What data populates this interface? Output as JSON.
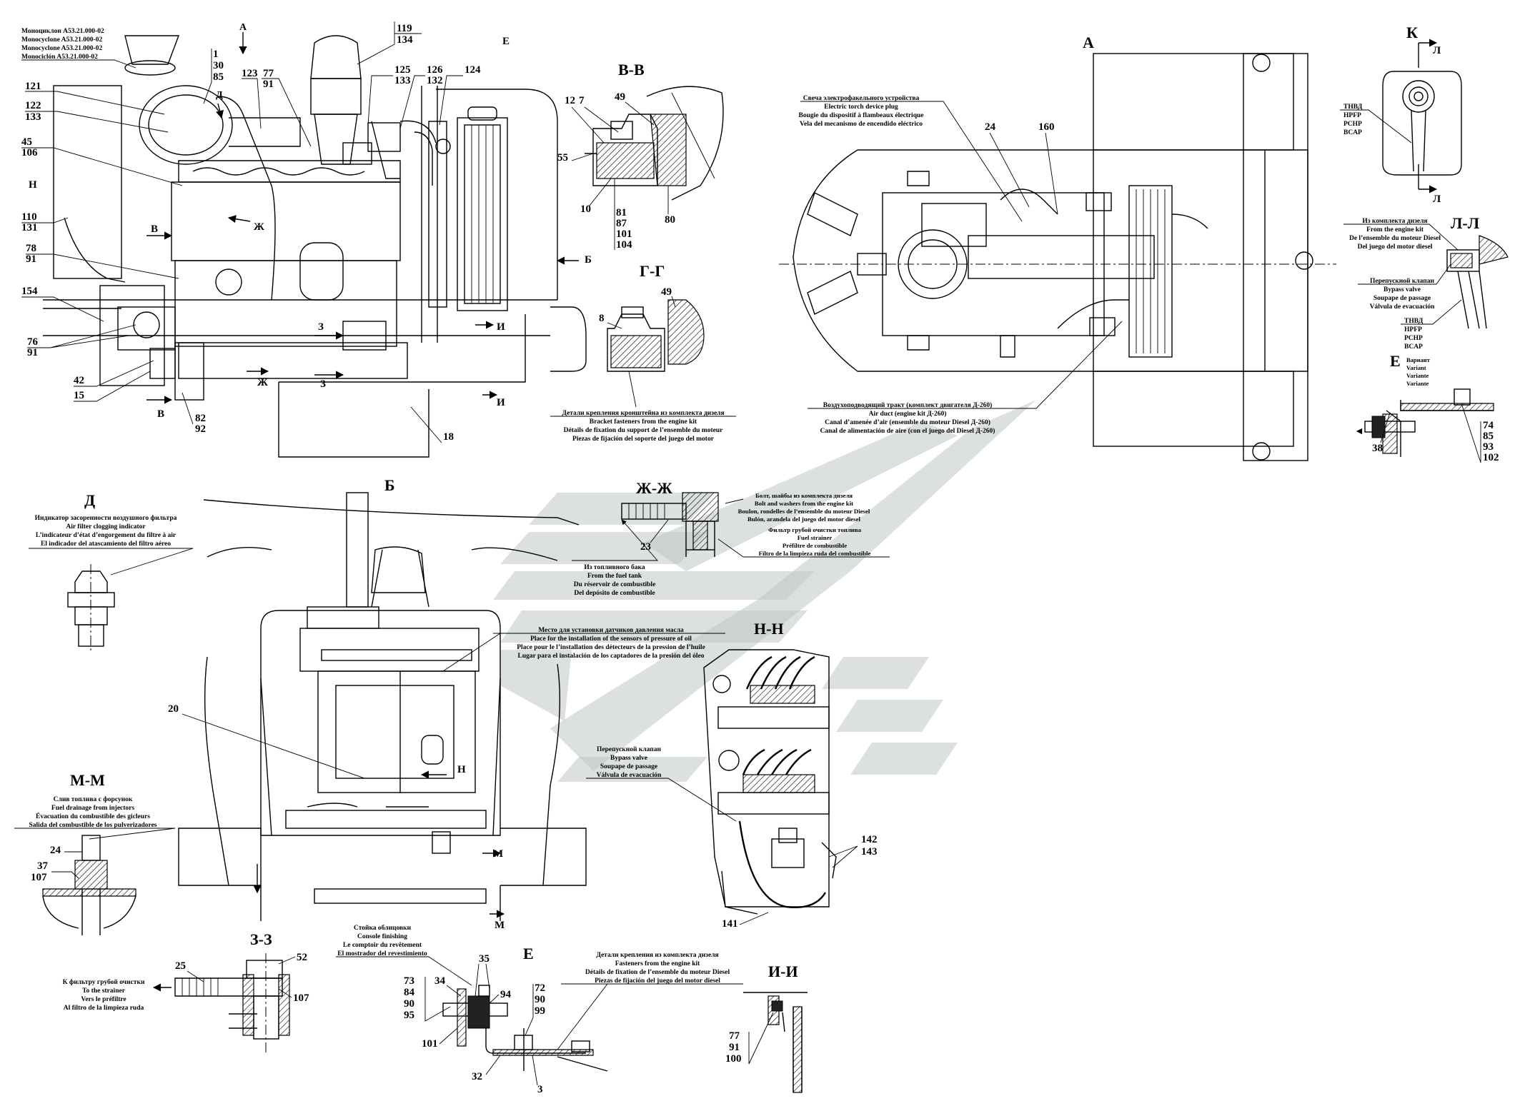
{
  "sections": {
    "bb": "В-В",
    "gg": "Г-Г",
    "a_view": "А",
    "k": "К",
    "ll": "Л-Л",
    "d": "Д",
    "b_view": "Б",
    "zhzh": "Ж-Ж",
    "nn": "Н-Н",
    "mm": "М-М",
    "zz": "З-З",
    "e1": "Е",
    "e2": "Е",
    "ii": "И-И"
  },
  "view_marks": {
    "a_arrow": "А",
    "d": "Д",
    "zh1": "Ж",
    "zh2": "Ж",
    "v1": "В",
    "v2": "В",
    "z1": "З",
    "z2": "З",
    "i1": "И",
    "i2": "И",
    "b_arrow": "Б",
    "e_mark": "Е",
    "h_mark": "Н",
    "h2": "Н",
    "l1": "Л",
    "l2": "Л",
    "m1": "М",
    "m2": "М"
  },
  "notes": {
    "monocyclone": [
      "Моноциклон А53.21.000-02",
      "Monocyclone A53.21.000-02",
      "Monocyclone A53.21.000-02",
      "Monociclón A53.21.000-02"
    ],
    "bracket": [
      "Детали крепления кронштейна из комплекта дизеля",
      "Bracket fasteners from the engine kit",
      "Détails de fixation du support de l’ensemble du moteur",
      "Piezas de fijación del soporte del juego del motor"
    ],
    "torch": [
      "Свеча электрофакельного устройства",
      "Electric torch device plug",
      "Bougie du dispositif à flambeaux électrique",
      "Vela del mecanismo de encendido eléctrico"
    ],
    "air_duct": [
      "Воздухоподводящий тракт (комплект двигателя Д-260)",
      "Air duct (engine kit Д-260)",
      "Canal d’amenée d’air (ensemble du moteur Diesel Д-260)",
      "Canal de alimentación de aire (con el juego del Diesel Д-260)"
    ],
    "hpfp_k": [
      "ТНВД",
      "HPFP",
      "PCHP",
      "BCAP"
    ],
    "from_kit": [
      "Из комплекта дизеля",
      "From the engine kit",
      "De l’ensemble du moteur Diesel",
      "Del juego del motor diesel"
    ],
    "bypass_l": [
      "Перепускной клапан",
      "Bypass valve",
      "Soupape de passage",
      "Válvula de evacuación"
    ],
    "hpfp_l": [
      "ТНВД",
      "HPFP",
      "PCHP",
      "BCAP"
    ],
    "variant": [
      "Вариант",
      "Variant",
      "Variante",
      "Variante"
    ],
    "indicator": [
      "Индикатор засоренности воздушного фильтра",
      "Air filter clogging indicator",
      "L’indicateur d’état d’engorgement du filtre à air",
      "El indicador del atascamiento del filtro aéreo"
    ],
    "bolt_washers": [
      "Болт, шайбы из комплекта дизеля",
      "Bolt and washers from the engine kit",
      "Boulon, rondelles de l’ensemble du moteur Diesel",
      "Bulón, arandela del juego del motor diesel"
    ],
    "fuel_strainer": [
      "Фильтр грубой очистки топлива",
      "Fuel strainer",
      "Préfiltre de combustible",
      "Filtro de la limpieza ruda del combustible"
    ],
    "from_tank": [
      "Из топливного бака",
      "From the fuel tank",
      "Du réservoir de combustible",
      "Del depósito de combustible"
    ],
    "pressure_sensor": [
      "Место для установки датчиков давления масла",
      "Place for the installation of the sensors of pressure of oil",
      "Place pour le l’installation des détecteurs de la pression de l’huile",
      "Lugar para el instalación de los captadores de la presión del óleo"
    ],
    "bypass_nn": [
      "Перепускной клапан",
      "Bypass valve",
      "Soupape de passage",
      "Válvula de evacuación"
    ],
    "drain": [
      "Слив топлива с форсунок",
      "Fuel drainage from injectors",
      "Évacuation du combustible des gicleurs",
      "Salida del combustible de los pulverizadores"
    ],
    "console": [
      "Стойка облицовки",
      "Console finishing",
      "Le comptoir du revêtement",
      "El mostrador del revestimiento"
    ],
    "to_strainer": [
      "К фильтру грубой очистки",
      "To the strainer",
      "Vers le préfiltre",
      "Al filtro de la limpieza ruda"
    ],
    "fasteners_e": [
      "Детали крепления из комплекта дизеля",
      "Fasteners from the engine kit",
      "Détails de fixation de l’ensemble du moteur Diesel",
      "Piezas de fijación del juego del motor diesel"
    ]
  },
  "callouts": {
    "c1": [
      "1",
      "30",
      "85"
    ],
    "c119": [
      "119",
      "134"
    ],
    "c121": "121",
    "c122": [
      "122",
      "133"
    ],
    "c123": "123",
    "c77": [
      "77",
      "91"
    ],
    "c125": [
      "125",
      "133"
    ],
    "c126": [
      "126",
      "132"
    ],
    "c124": "124",
    "c45": [
      "45",
      "106"
    ],
    "c110": [
      "110",
      "131"
    ],
    "c78": [
      "78",
      "91"
    ],
    "c154": "154",
    "c76": [
      "76",
      "91"
    ],
    "c42": "42",
    "c15": "15",
    "c82": [
      "82",
      "92"
    ],
    "c18": "18",
    "c12": "12",
    "c7": "7",
    "c49a": "49",
    "c55": "55",
    "c10": "10",
    "c81": [
      "81",
      "87",
      "101",
      "104"
    ],
    "c80": "80",
    "c49b": "49",
    "c8": "8",
    "c24a": "24",
    "c160": "160",
    "c74": [
      "74",
      "85",
      "93",
      "102"
    ],
    "c38": "38",
    "c23": "23",
    "c20": "20",
    "c142": [
      "142",
      "143"
    ],
    "c141": "141",
    "c24b": "24",
    "c37": [
      "37",
      "107"
    ],
    "c25": "25",
    "c52": "52",
    "c107": "107",
    "c73": [
      "73",
      "84",
      "90",
      "95"
    ],
    "c34": "34",
    "c35": "35",
    "c94": "94",
    "c101": "101",
    "c72": [
      "72",
      "90",
      "99"
    ],
    "c32": "32",
    "c3": "3",
    "c77b": [
      "77",
      "91",
      "100"
    ]
  },
  "colors": {
    "watermark": "#bfc7c6",
    "ink": "#000000"
  }
}
